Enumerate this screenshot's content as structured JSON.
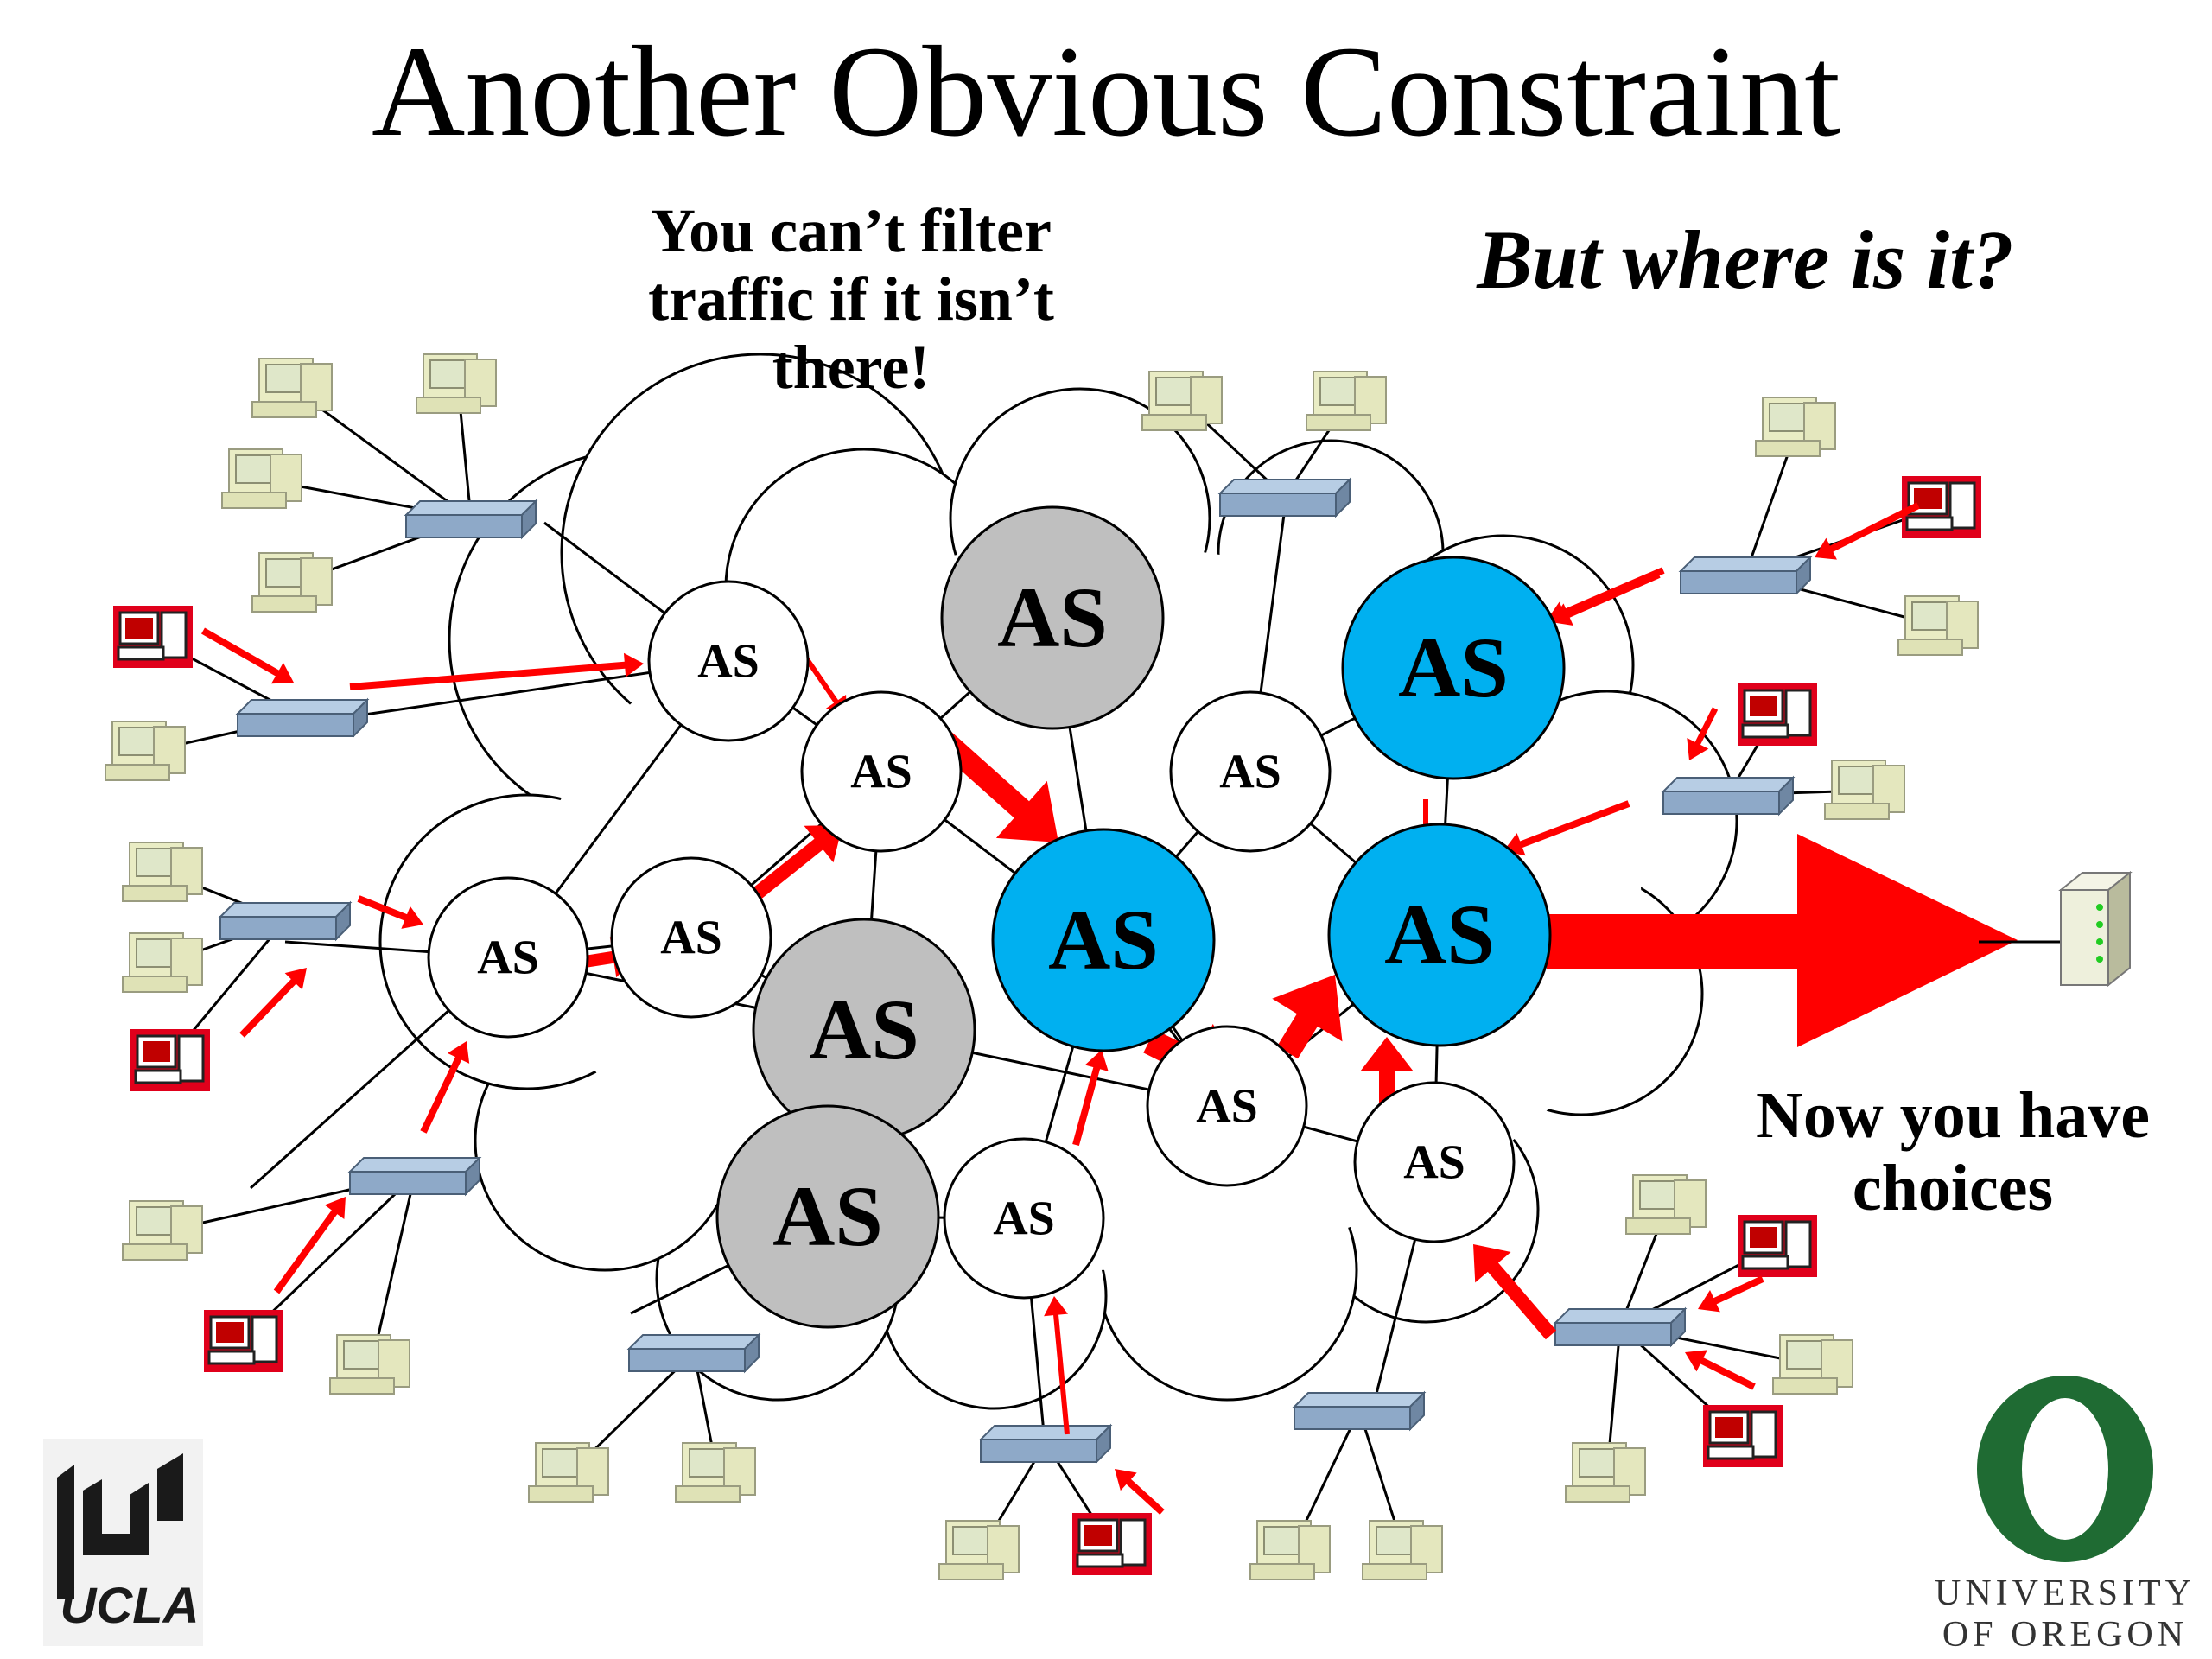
{
  "slide": {
    "title": "Another Obvious Constraint",
    "callout_filter_line1": "You can’t filter",
    "callout_filter_line2": "traffic if it isn’t",
    "callout_filter_line3": "there!",
    "callout_where": "But where is it?",
    "callout_choices_line1": "Now you have",
    "callout_choices_line2": "choices"
  },
  "diagram": {
    "as_label": "AS",
    "as_nodes": [
      {
        "id": "a1",
        "kind": "plain"
      },
      {
        "id": "a2",
        "kind": "plain"
      },
      {
        "id": "a3",
        "kind": "plain"
      },
      {
        "id": "a4",
        "kind": "plain"
      },
      {
        "id": "a5",
        "kind": "plain"
      },
      {
        "id": "a6",
        "kind": "plain"
      },
      {
        "id": "a7",
        "kind": "plain"
      },
      {
        "id": "a8",
        "kind": "plain"
      },
      {
        "id": "g1",
        "kind": "gray"
      },
      {
        "id": "g2",
        "kind": "gray"
      },
      {
        "id": "g3",
        "kind": "gray"
      },
      {
        "id": "b1",
        "kind": "blue"
      },
      {
        "id": "b2",
        "kind": "blue"
      },
      {
        "id": "b3",
        "kind": "blue"
      }
    ],
    "colors": {
      "attack_arrow": "#ff0000",
      "blue_as": "#00b0f0",
      "gray_as": "#bfbfbf",
      "switch": "#8ea9c8",
      "pc": "#e9ecc4",
      "attacker": "#e0001b",
      "oregon_green": "#1f6b33"
    }
  },
  "logos": {
    "ucla": "UCLA",
    "uo_line1": "UNIVERSITY",
    "uo_line2": "OF OREGON"
  }
}
